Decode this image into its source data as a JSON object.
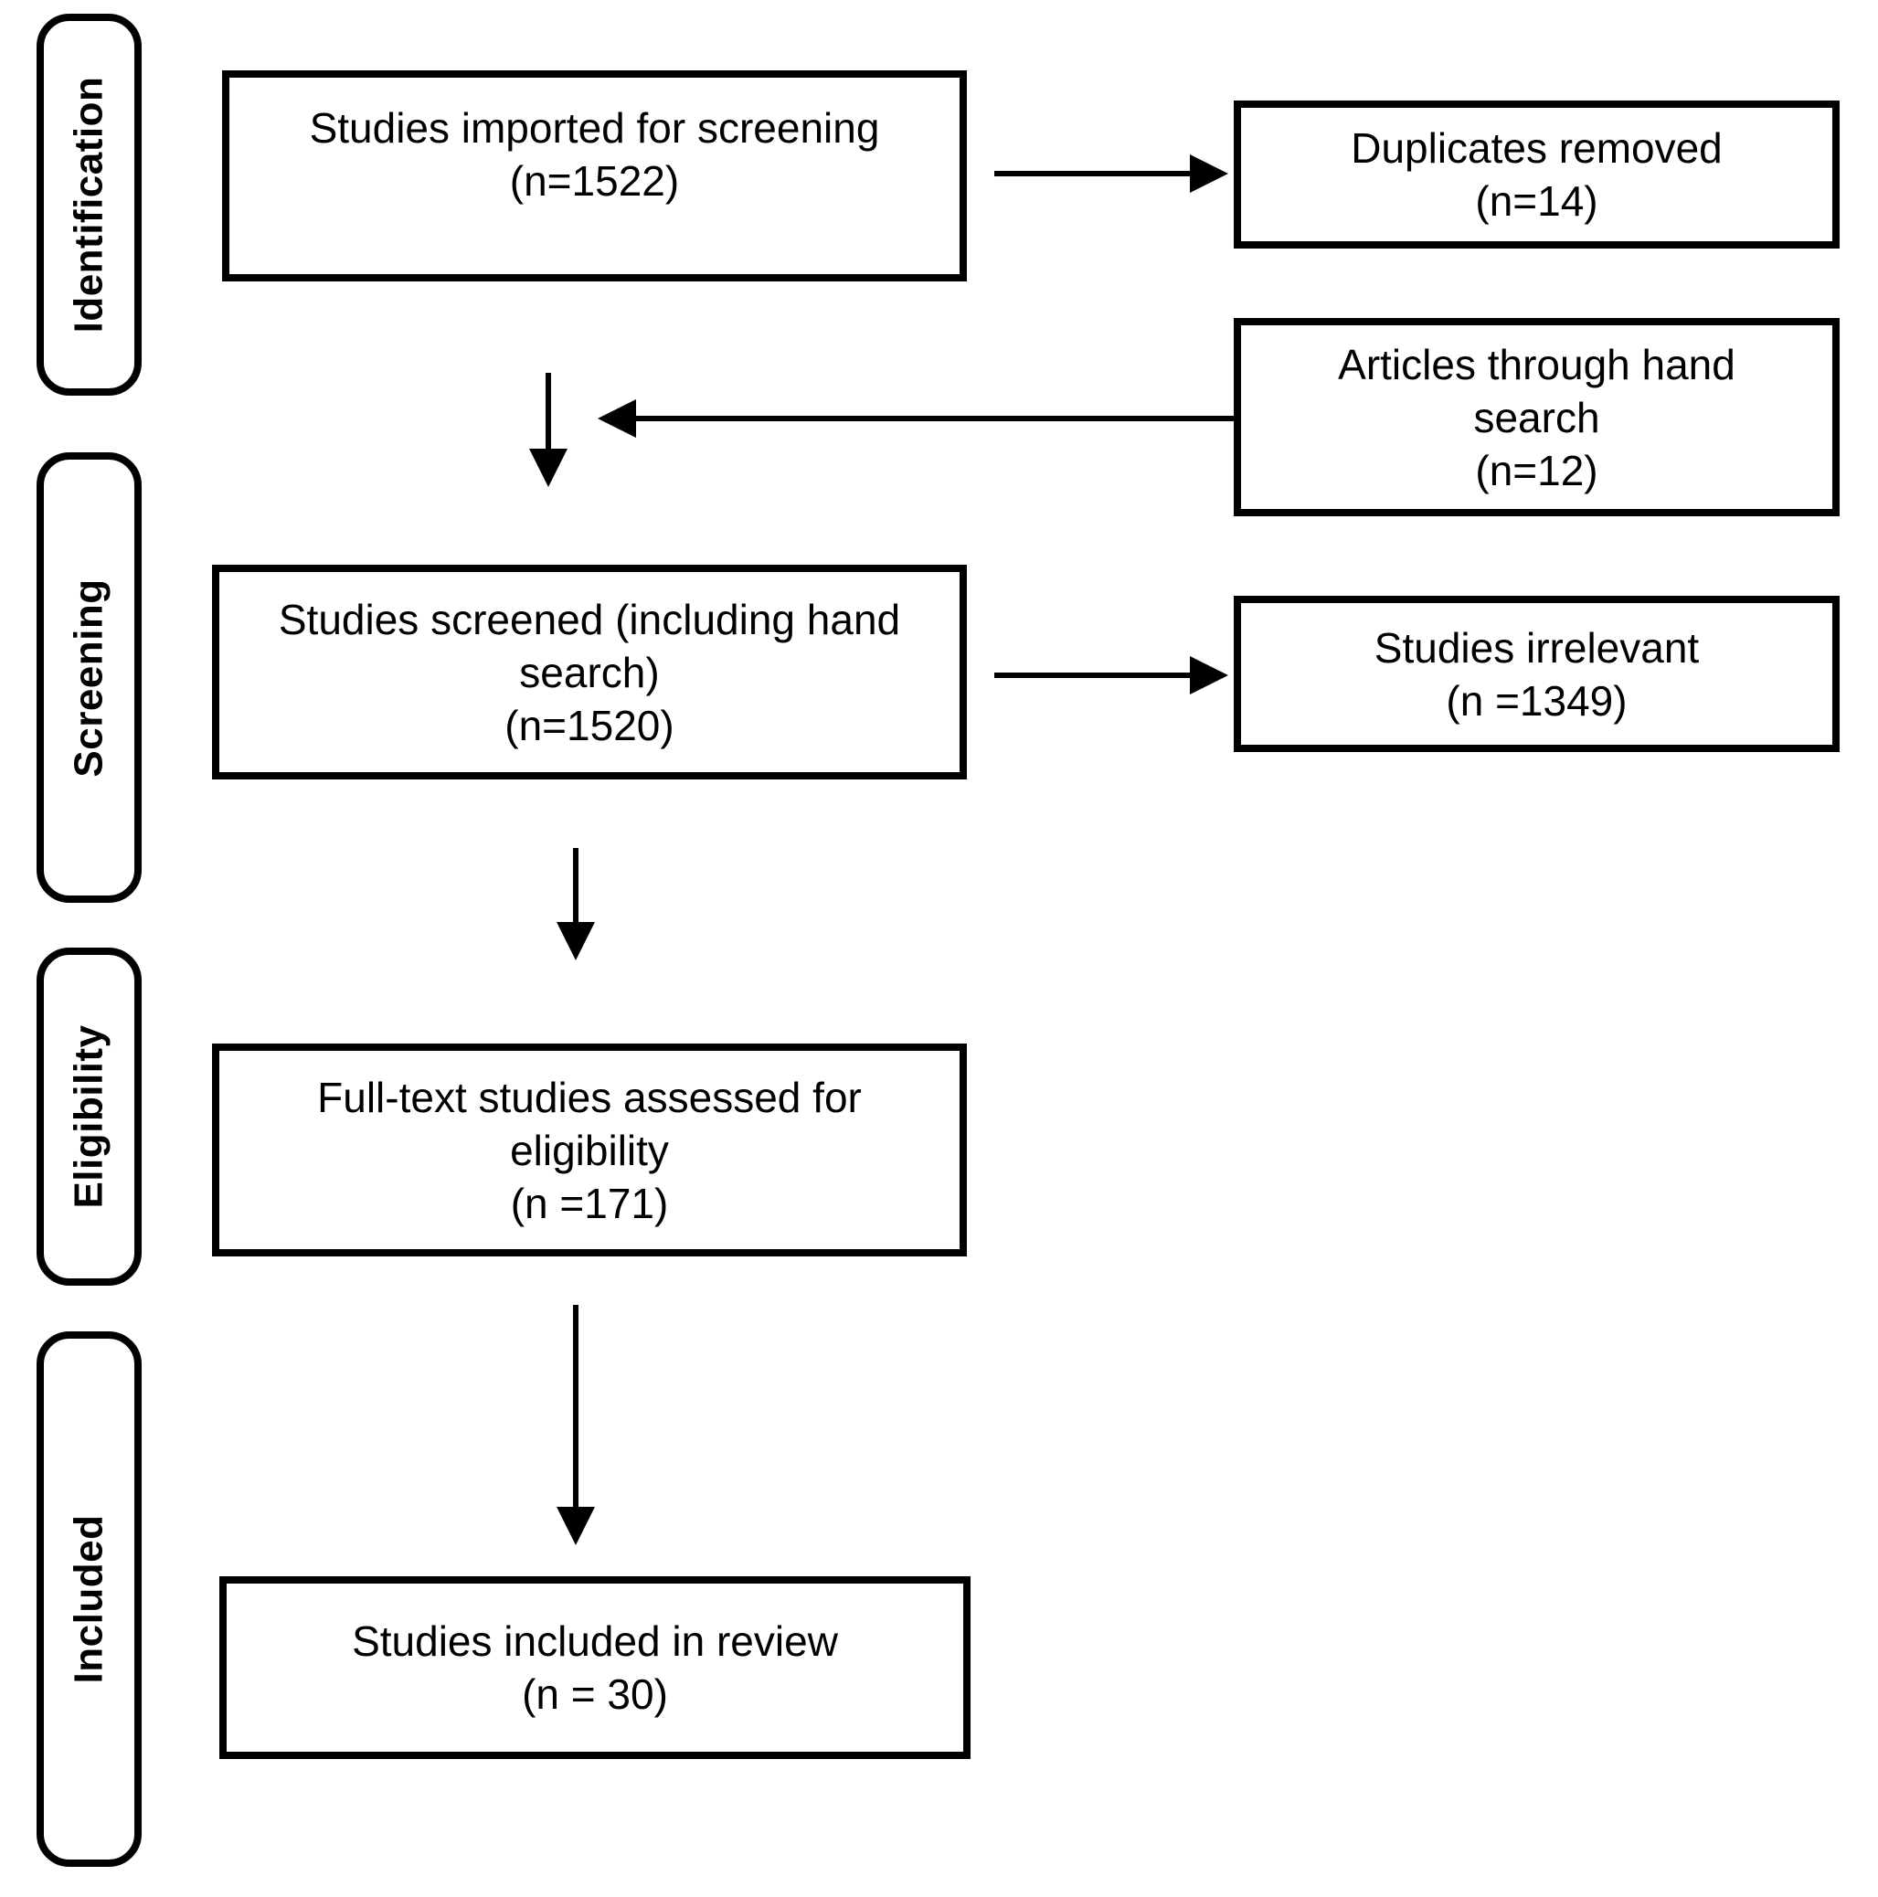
{
  "colors": {
    "ink": "#000000",
    "paper": "#ffffff"
  },
  "stages": [
    {
      "label": "Identification"
    },
    {
      "label": "Screening"
    },
    {
      "label": "Eligibility"
    },
    {
      "label": "Included"
    }
  ],
  "boxes": {
    "imported": {
      "lines": [
        "Studies imported for screening",
        "(n=1522)"
      ],
      "count": 1522
    },
    "duplicates": {
      "lines": [
        "Duplicates removed",
        "(n=14)"
      ],
      "count": 14
    },
    "hand_search": {
      "lines": [
        "Articles through hand",
        "search",
        "(n=12)"
      ],
      "count": 12
    },
    "screened": {
      "lines": [
        "Studies screened (including hand",
        "search)",
        "(n=1520)"
      ],
      "count": 1520
    },
    "irrelevant": {
      "lines": [
        "Studies irrelevant",
        "(n =1349)"
      ],
      "count": 1349
    },
    "full_text": {
      "lines": [
        "Full-text studies assessed for",
        "eligibility",
        "(n =171)"
      ],
      "count": 171
    },
    "included": {
      "lines": [
        "Studies included in review",
        "(n = 30)"
      ],
      "count": 30
    }
  }
}
